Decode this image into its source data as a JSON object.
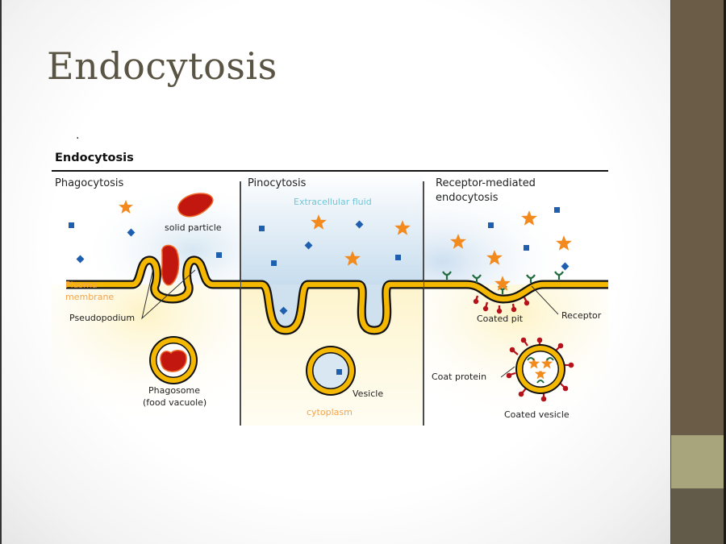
{
  "slide": {
    "title": "Endocytosis",
    "bullet": "."
  },
  "figure": {
    "heading": "Endocytosis",
    "colors": {
      "membrane": "#f5b800",
      "membrane_outline": "#111111",
      "particle": "#c1170e",
      "molecule_star": "#f28a1e",
      "molecule_square": "#1f5fb0",
      "receptor": "#1f6b3e",
      "coat_protein": "#b5121b",
      "extracellular": "#cfe3f0",
      "cytoplasm": "#fdf6d8",
      "label_orange": "#f5a34a",
      "label_cyan": "#6fc6d9"
    },
    "panels": [
      {
        "title": "Phagocytosis",
        "labels": {
          "solid_particle": "solid particle",
          "plasma_membrane_1": "Plasma",
          "plasma_membrane_2": "membrane",
          "pseudopodium": "Pseudopodium",
          "phagosome_1": "Phagosome",
          "phagosome_2": "(food vacuole)"
        }
      },
      {
        "title": "Pinocytosis",
        "labels": {
          "extracellular_fluid": "Extracellular fluid",
          "vesicle": "Vesicle",
          "cytoplasm": "cytoplasm"
        }
      },
      {
        "title_1": "Receptor-mediated",
        "title_2": "endocytosis",
        "labels": {
          "coated_pit": "Coated pit",
          "receptor": "Receptor",
          "coat_protein": "Coat protein",
          "coated_vesicle": "Coated vesicle"
        }
      }
    ]
  }
}
